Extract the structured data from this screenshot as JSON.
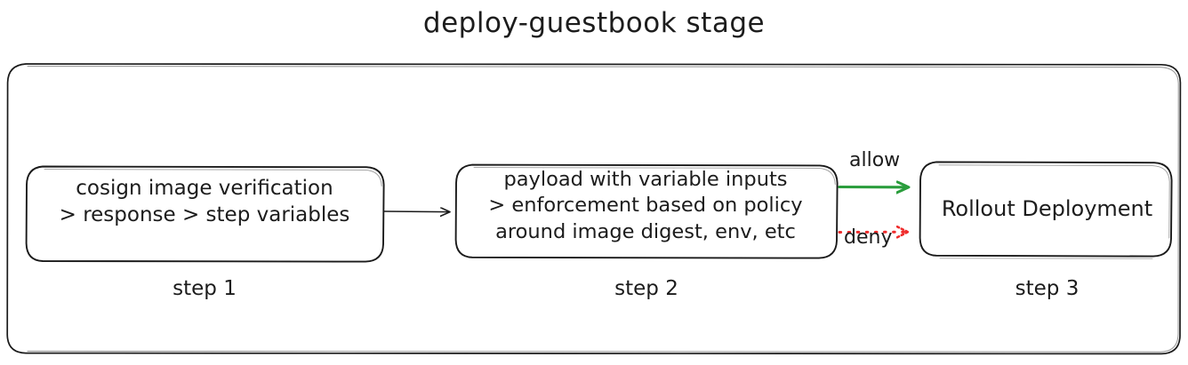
{
  "title": "deploy-guestbook stage",
  "colors": {
    "stroke": "#1a1a1a",
    "allow": "#2a9d3c",
    "deny": "#ef2b2b",
    "background": "#ffffff"
  },
  "container": {
    "name": "stage-container"
  },
  "nodes": [
    {
      "id": "step1",
      "caption": "step 1",
      "lines": [
        "cosign image verification",
        "> response > step variables"
      ]
    },
    {
      "id": "step2",
      "caption": "step 2",
      "lines": [
        "payload with variable inputs",
        "> enforcement based on policy",
        "around image digest, env, etc"
      ]
    },
    {
      "id": "step3",
      "caption": "step 3",
      "lines": [
        "Rollout Deployment"
      ]
    }
  ],
  "edges": [
    {
      "id": "e1",
      "from": "step1",
      "to": "step2",
      "label": "",
      "style": "solid",
      "color": "#1a1a1a"
    },
    {
      "id": "e2",
      "from": "step2",
      "to": "step3",
      "label": "allow",
      "style": "solid",
      "color": "#2a9d3c"
    },
    {
      "id": "e3",
      "from": "step2",
      "to": "step3",
      "label": "deny",
      "style": "dotted",
      "color": "#ef2b2b"
    }
  ]
}
